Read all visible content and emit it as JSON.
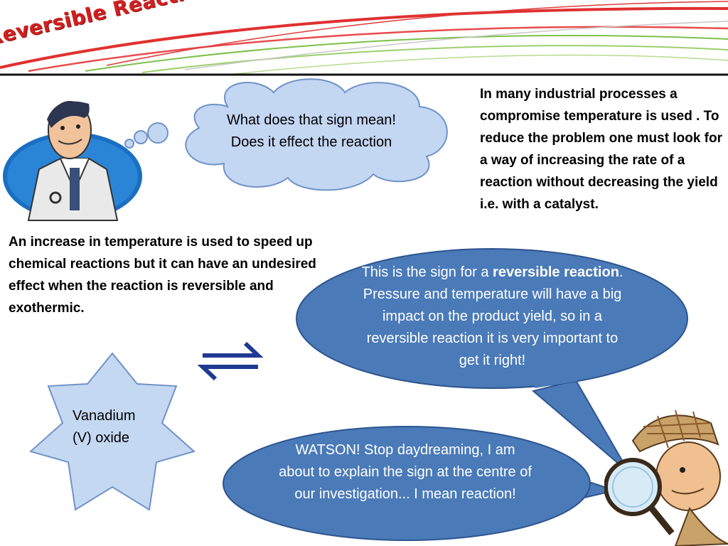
{
  "slide": {
    "title": "Reversible Reactions",
    "intro_text": "An increase in temperature is used to speed up chemical reactions but it can have an undesired effect when the reaction is reversible and exothermic.",
    "catalyst_text": "In many industrial processes a compromise temperature is used . To reduce the problem one must look for a way of increasing the rate of a reaction without decreasing the yield i.e. with a catalyst.",
    "thought_bubble": "What does that sign mean!  Does it effect the reaction",
    "reversible_bubble": {
      "prefix": "This is the sign for a ",
      "bold": "reversible reaction",
      "suffix": ".   Pressure and temperature will have a big impact on the product yield, so in a reversible reaction it is very important to get it right!"
    },
    "watson_bubble": "WATSON! Stop daydreaming, I am about to explain the sign at the centre of our investigation... I mean reaction!",
    "star_label": "Vanadium (V) oxide"
  },
  "icons": {
    "doctor": "doctor-character-icon",
    "detective": "detective-magnifier-icon",
    "equilibrium": "equilibrium-arrows-icon"
  },
  "colors": {
    "title_red": "#d02020",
    "bubble_blue": "#4a7ab8",
    "thought_fill": "#c3d6f2",
    "star_fill": "#c5d8f2",
    "arrow_blue": "#1f3a93"
  }
}
